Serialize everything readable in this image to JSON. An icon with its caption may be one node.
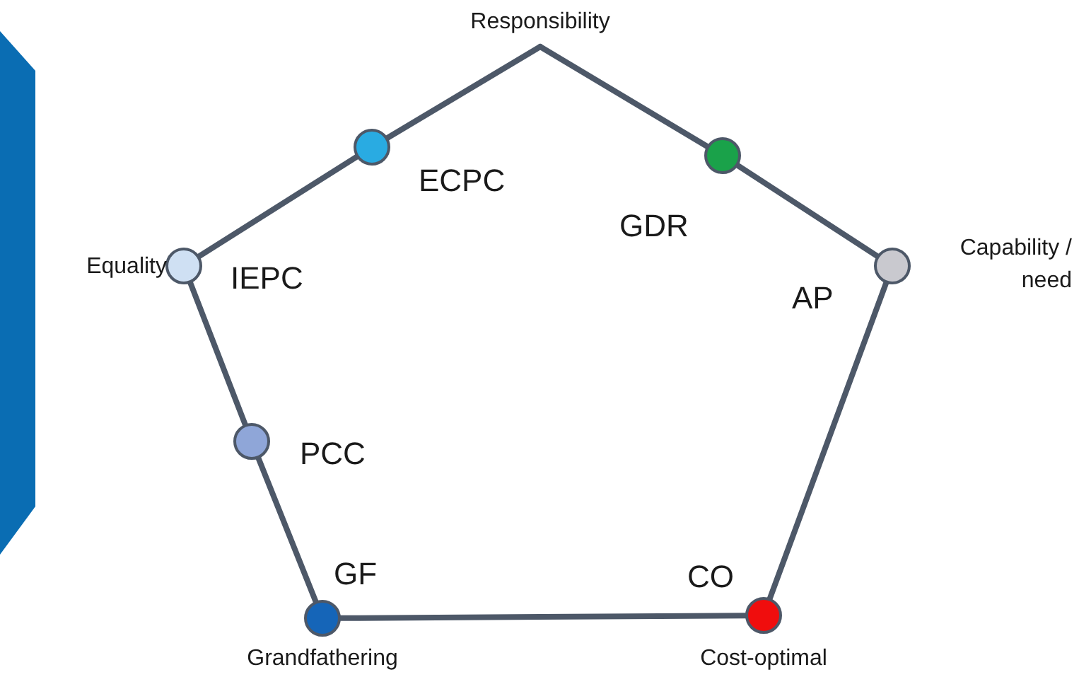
{
  "diagram": {
    "nodes": [
      {
        "text": [
          "Responsibility"
        ]
      },
      {
        "text": [],
        "shape": "circle",
        "beside": [
          "ECPC"
        ]
      },
      {
        "text": [],
        "shape": "circle",
        "beside": [
          "GDR"
        ]
      },
      {
        "text": [],
        "shape": "circle",
        "beside": [
          "Capability / need",
          "AP"
        ]
      },
      {
        "text": [],
        "shape": "circle",
        "beside": [
          "Cost-optimal",
          "CO"
        ]
      },
      {
        "text": [],
        "shape": "circle",
        "beside": [
          "Grandfathering",
          "GF"
        ]
      },
      {
        "text": [],
        "shape": "circle",
        "beside": [
          "PCC"
        ]
      },
      {
        "text": [],
        "shape": "circle",
        "beside": [
          "Equality",
          "IEPC"
        ]
      },
      {
        "text": [],
        "shape": "bar"
      }
    ],
    "edges": [
      {
        "from": 0,
        "to": 1,
        "arrow": "none"
      },
      {
        "from": 1,
        "to": 7,
        "arrow": "none"
      },
      {
        "from": 0,
        "to": 2,
        "arrow": "none"
      },
      {
        "from": 2,
        "to": 3,
        "arrow": "none"
      },
      {
        "from": 3,
        "to": 4,
        "arrow": "none"
      },
      {
        "from": 4,
        "to": 5,
        "arrow": "none"
      },
      {
        "from": 5,
        "to": 6,
        "arrow": "none"
      },
      {
        "from": 6,
        "to": 7,
        "arrow": "none"
      }
    ]
  }
}
